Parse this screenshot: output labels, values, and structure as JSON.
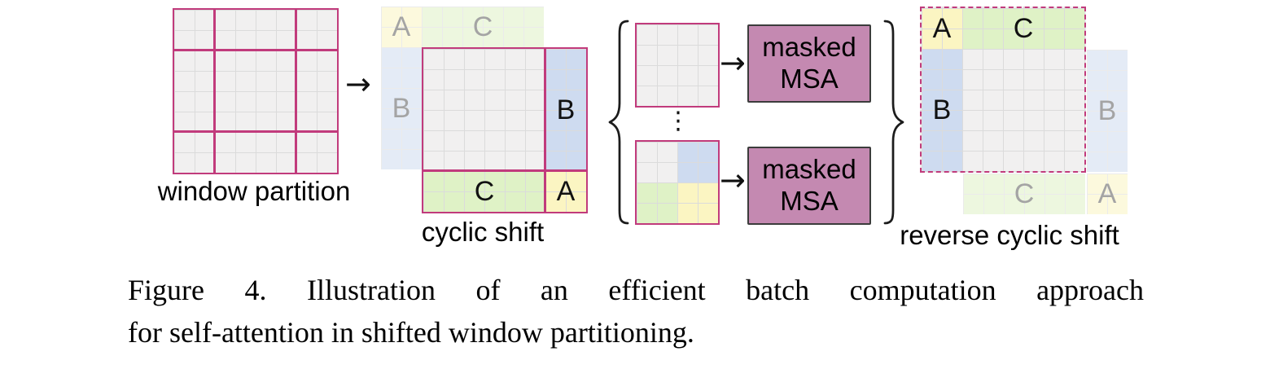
{
  "colors": {
    "pink": "#c13b7c",
    "grid-line": "#dbdbdb",
    "cell-gray": "#f1f0f0",
    "blue": "#cedbf0",
    "green": "#dff2c6",
    "yellow": "#fbf5c2",
    "mauve": "#c489b1",
    "ink": "#111111",
    "ghost-ink": "#5a5a5a"
  },
  "figure": {
    "window_partition": {
      "label": "window partition"
    },
    "cyclic_shift": {
      "label": "cyclic shift",
      "ghosts": {
        "a": "A",
        "b": "B",
        "c": "C"
      },
      "regions": {
        "a": "A",
        "b": "B",
        "c": "C"
      }
    },
    "batch": {
      "msa_top": {
        "line1": "masked",
        "line2": "MSA"
      },
      "msa_bottom": {
        "line1": "masked",
        "line2": "MSA"
      }
    },
    "reverse_cyclic_shift": {
      "label": "reverse cyclic shift",
      "regions": {
        "a": "A",
        "b": "B",
        "c": "C"
      },
      "ghosts": {
        "a": "A",
        "b": "B",
        "c": "C"
      }
    },
    "glyphs": {
      "arrow": "→",
      "ellipsis": "⋮"
    }
  },
  "caption": {
    "line1": "Figure 4. Illustration of an efficient batch computation approach",
    "line2": "for self-attention in shifted window partitioning."
  }
}
